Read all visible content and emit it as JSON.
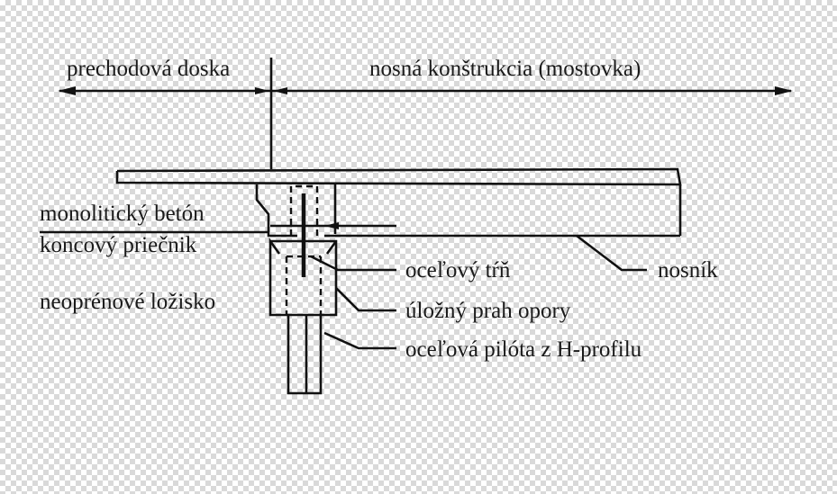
{
  "labels": {
    "approach_slab": "prechodová doska",
    "superstructure": "nosná konštrukcia (mostovka)",
    "monolithic_concrete": "monolitický betón",
    "end_cross_beam": "koncový priečnik",
    "elastomeric_bearing": "neoprénové ložisko",
    "steel_dowel": "oceľový tŕň",
    "abutment_seat": "úložný prah opory",
    "steel_pile": "oceľová pilóta z H-profilu",
    "girder": "nosník"
  },
  "colors": {
    "line": "#111111",
    "text": "#1a1a1a",
    "checker": "#d9d9d9"
  }
}
